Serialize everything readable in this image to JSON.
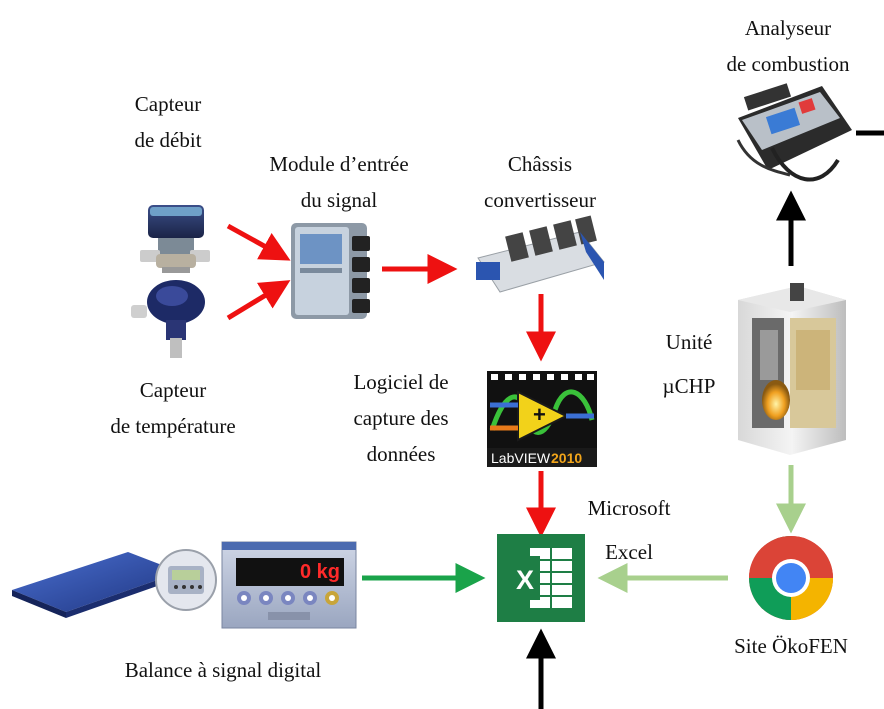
{
  "labels": {
    "flow_sensor": [
      "Capteur",
      "de débit"
    ],
    "temp_sensor": [
      "Capteur",
      "de température"
    ],
    "signal_module": [
      "Module d’entrée",
      "du signal"
    ],
    "chassis": [
      "Châssis",
      "convertisseur"
    ],
    "software": [
      "Logiciel de",
      "capture des",
      "données"
    ],
    "excel": [
      "Microsoft",
      "Excel"
    ],
    "analyzer": [
      "Analyseur",
      "de combustion"
    ],
    "chp_unit": [
      "Unité",
      "µCHP"
    ],
    "okofen_site": "Site ÖkoFEN",
    "scale": "Balance à signal digital"
  },
  "devices": {
    "labview_brand": "LabVIEW",
    "labview_version": "2010",
    "scale_readout": "0 kg",
    "excel_glyph": "X"
  },
  "colors": {
    "red_arrow": "#ee1111",
    "green_arrow": "#1aa34a",
    "lightgreen_arrow": "#a8d08d",
    "black_arrow": "#000000",
    "excel_green": "#1e7e45"
  }
}
